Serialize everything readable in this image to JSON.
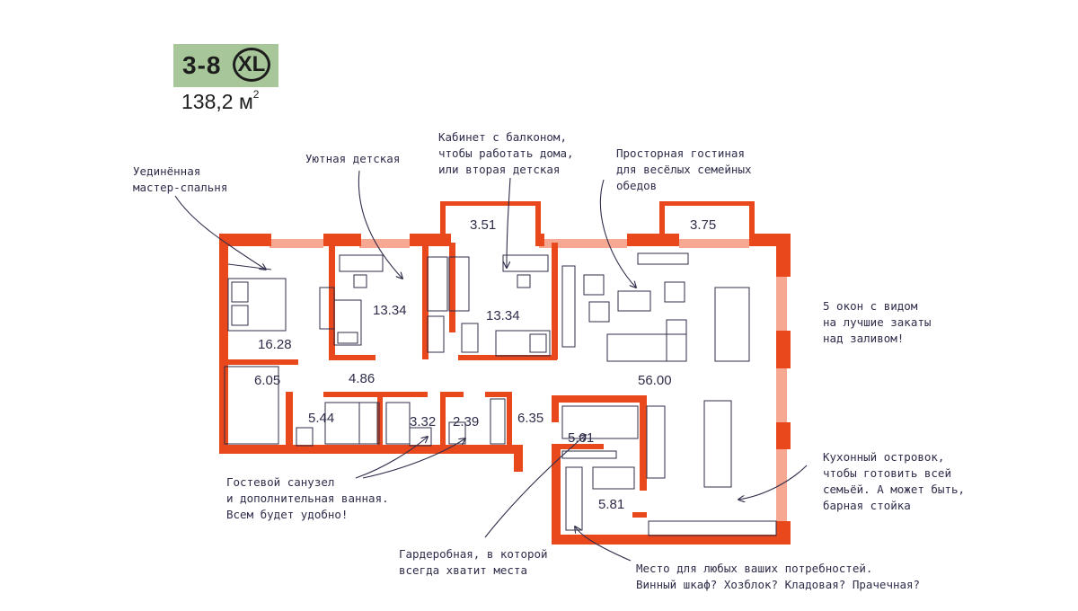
{
  "badge": {
    "code": "3-8",
    "size": "XL"
  },
  "area": {
    "value": "138,2 м",
    "unit_sup": "2"
  },
  "colors": {
    "wall": "#e8481c",
    "window": "#f7a893",
    "badge_bg": "#a7c79a",
    "ink": "#2e2d4a"
  },
  "rooms": {
    "master": "16.28",
    "kids": "13.34",
    "cabinet": "13.34",
    "balcony1": "3.51",
    "balcony2": "3.75",
    "living": "56.00",
    "wardrobe1": "6.05",
    "hall": "4.86",
    "bath1": "5.44",
    "bath2": "3.32",
    "wc": "2.39",
    "corridor": "6.35",
    "wardrobe2": "5.01",
    "storage": "5.81"
  },
  "notes": {
    "master": "Уединённая\nмастер-спальня",
    "kids": "Уютная детская",
    "cabinet": "Кабинет с балконом,\nчтобы работать дома,\nили вторая детская",
    "living": "Просторная гостиная\nдля весёлых семейных\nобедов",
    "windows": "5 окон с видом\nна лучшие закаты\nнад заливом!",
    "island": "Кухонный островок,\nчтобы готовить всей\nсемьёй. А может быть,\nбарная стойка",
    "baths": "Гостевой санузел\nи дополнительная ванная.\nВсем будет удобно!",
    "wardrobe": "Гардеробная, в которой\nвсегда хватит места",
    "storage": "Место для любых ваших потребностей.\nВинный шкаф? Хозблок? Кладовая? Прачечная?"
  }
}
